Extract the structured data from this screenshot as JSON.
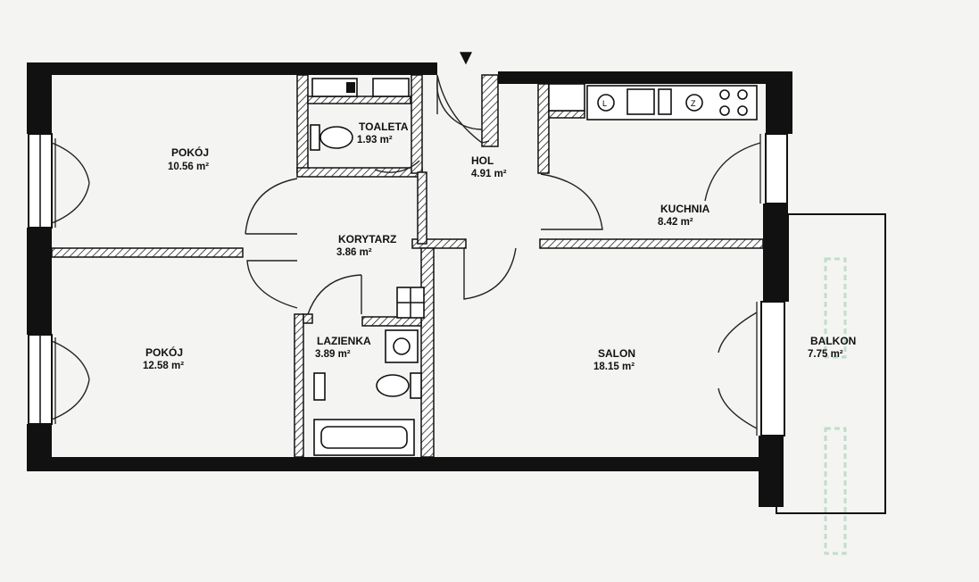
{
  "plan": {
    "entrance_marker": "▼",
    "rooms": [
      {
        "id": "pokoj-1",
        "name": "POKÓJ",
        "area": "10.56 m²"
      },
      {
        "id": "toaleta",
        "name": "TOALETA",
        "area": "1.93 m²"
      },
      {
        "id": "hol",
        "name": "HOL",
        "area": "4.91 m²"
      },
      {
        "id": "kuchnia",
        "name": "KUCHNIA",
        "area": "8.42 m²"
      },
      {
        "id": "korytarz",
        "name": "KORYTARZ",
        "area": "3.86 m²"
      },
      {
        "id": "pokoj-2",
        "name": "POKÓJ",
        "area": "12.58 m²"
      },
      {
        "id": "lazienka",
        "name": "LAZIENKA",
        "area": "3.89 m²"
      },
      {
        "id": "salon",
        "name": "SALON",
        "area": "18.15 m²"
      },
      {
        "id": "balkon",
        "name": "BALKON",
        "area": "7.75 m²"
      }
    ],
    "colors": {
      "wall": "#111111",
      "background": "#f4f4f2",
      "stamp": "#9fcfae"
    }
  }
}
